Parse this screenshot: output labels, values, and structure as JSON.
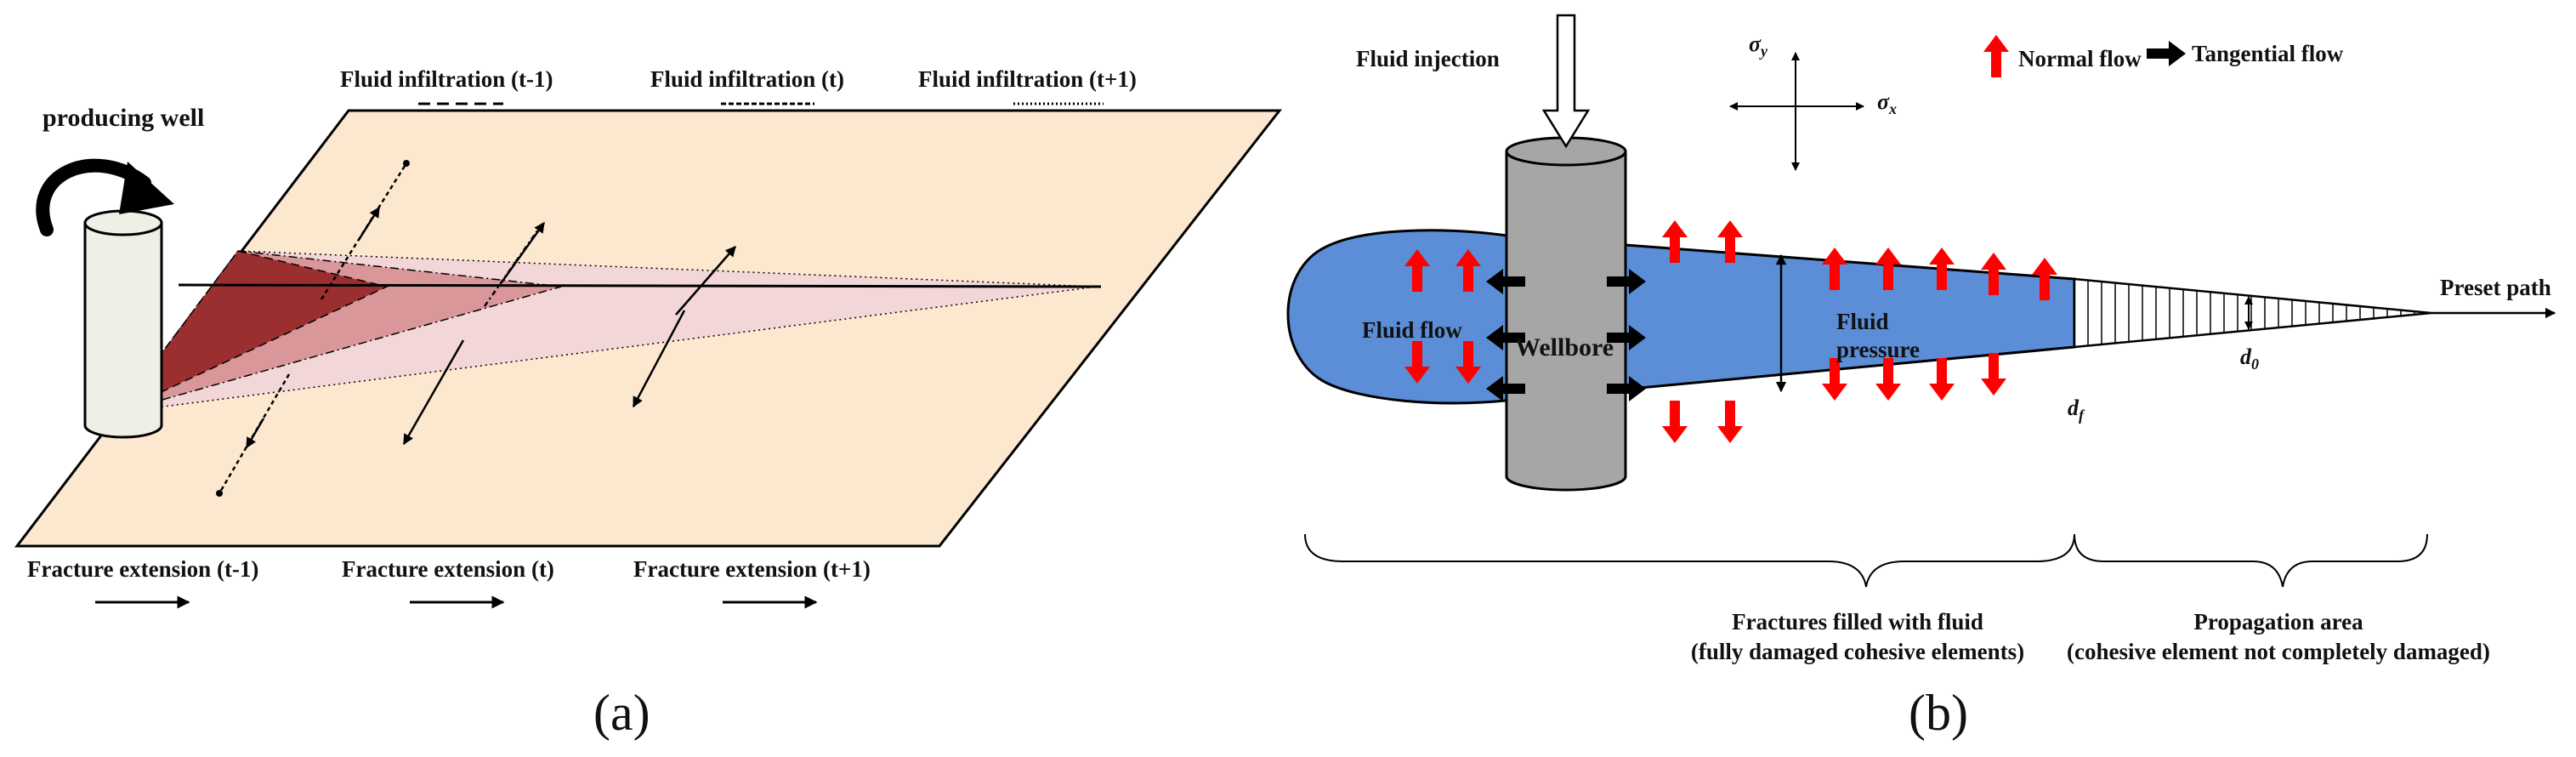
{
  "panel_a": {
    "caption": "(a)",
    "producing_well_label": "producing well",
    "legend_top": [
      {
        "label": "Fluid infiltration (t-1)",
        "line_style": "dashed"
      },
      {
        "label": "Fluid infiltration (t)",
        "line_style": "dash-dot"
      },
      {
        "label": "Fluid infiltration (t+1)",
        "line_style": "dotted"
      }
    ],
    "legend_bottom": [
      {
        "label": "Fracture extension (t-1)"
      },
      {
        "label": "Fracture extension (t)"
      },
      {
        "label": "Fracture extension (t+1)"
      }
    ],
    "colors": {
      "plane": "#fbe8cf",
      "fracture_t_minus_1": "#9b2f2f",
      "fracture_t": "#d9979a",
      "fracture_t_plus_1": "#f2d6d8",
      "well": "#efefe6"
    }
  },
  "panel_b": {
    "caption": "(b)",
    "fluid_injection": "Fluid injection",
    "sigma_y": "σ",
    "sigma_y_sub": "y",
    "sigma_x": "σ",
    "sigma_x_sub": "x",
    "normal_flow": "Normal flow",
    "tangential_flow": "Tangential flow",
    "fluid_flow": "Fluid flow",
    "wellbore": "Wellbore",
    "fluid_pressure_line1": "Fluid",
    "fluid_pressure_line2": "pressure",
    "df_main": "d",
    "df_sub": "f",
    "d0_main": "d",
    "d0_sub": "0",
    "preset_path": "Preset path",
    "bracket_left_line1": "Fractures filled with fluid",
    "bracket_left_line2": "(fully damaged cohesive elements)",
    "bracket_right_line1": "Propagation area",
    "bracket_right_line2": "(cohesive element not completely damaged)",
    "colors": {
      "fluid_fill": "#5b8ed6",
      "wellbore": "#a6a6a6",
      "normal_arrow": "#ff0000",
      "tangential_arrow": "#000000"
    }
  }
}
